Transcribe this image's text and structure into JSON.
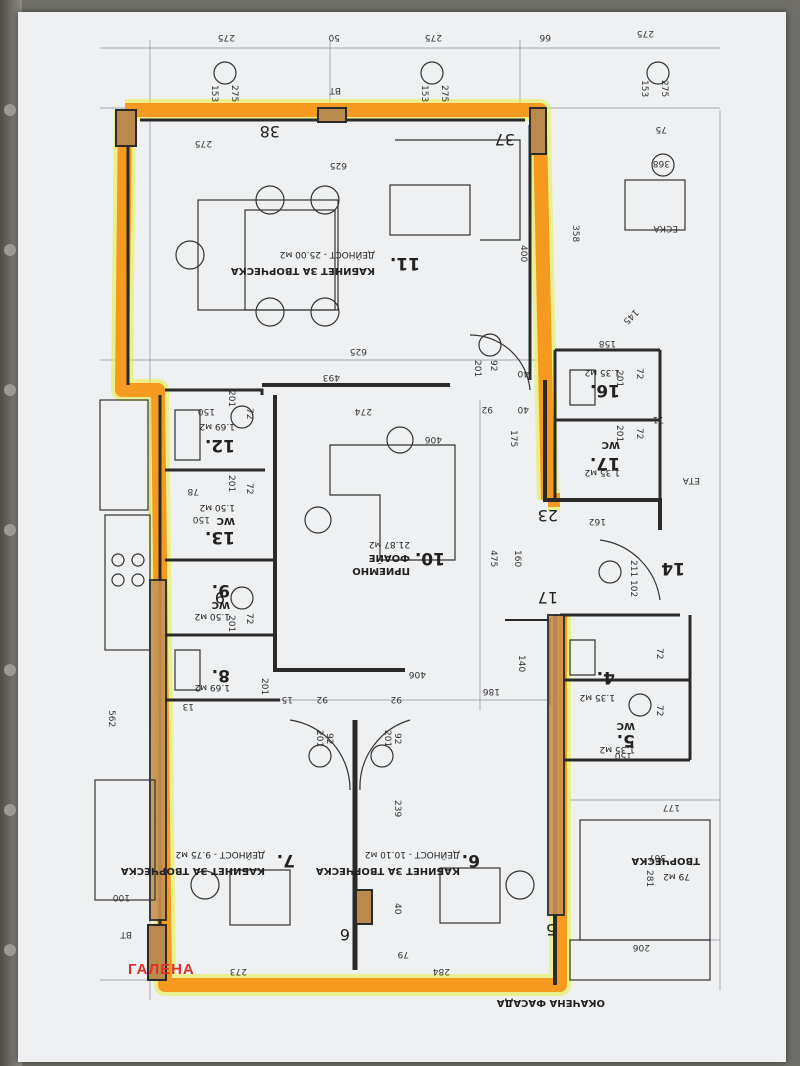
{
  "rooms": [
    {
      "id": "r11",
      "number": "11.",
      "name": "КАБИНЕТ ЗА ТВОРЧЕСКА",
      "subname": "ДЕЙНОСТ - 25.00 м2"
    },
    {
      "id": "r10",
      "number": "10.",
      "name": "ПРИЕМНО",
      "subname": "ФОАЙЕ",
      "area": "21.87 м2"
    },
    {
      "id": "r12",
      "number": "12.",
      "area": "1.69 м2"
    },
    {
      "id": "r13",
      "number": "13.",
      "label": "WC",
      "area": "1.50 м2"
    },
    {
      "id": "r9",
      "number": "9.",
      "label": "WC",
      "area": "1.50 м2"
    },
    {
      "id": "r8",
      "number": "8.",
      "area": "1.69 м2"
    },
    {
      "id": "r7",
      "number": "7.",
      "name": "КАБИНЕТ ЗА ТВОРЧЕСКА",
      "subname": "ДЕЙНОСТ - 9.75 м2"
    },
    {
      "id": "r6",
      "number": "6.",
      "name": "КАБИНЕТ ЗА ТВОРЧЕСКА",
      "subname": "ДЕЙНОСТ - 10.10 м2"
    },
    {
      "id": "r16",
      "number": "16.",
      "area": "1.35 м2"
    },
    {
      "id": "r17",
      "number": "17.",
      "label": "WC",
      "area": "1.35 м2"
    },
    {
      "id": "r14",
      "number": "14"
    },
    {
      "id": "r4",
      "number": "4.",
      "area": "1.35 м2"
    },
    {
      "id": "r5",
      "number": "5.",
      "label": "WC",
      "area": "1.35 м2"
    },
    {
      "id": "rnb",
      "name": "ТВОРЧЕСКА",
      "area": "79 м2"
    }
  ],
  "marks": {
    "m38": "38",
    "m37": "37",
    "m23": "23",
    "m17": "17",
    "m9": "9",
    "m5": "5",
    "m6": "6",
    "bt1": "ВТ",
    "bt2": "ВТ",
    "esca": "ЕСКА",
    "eta": "ЕТА"
  },
  "dims": {
    "top1": "275",
    "top2": "50",
    "top3": "275",
    "top4": "66",
    "top5": "275",
    "d153a": "153",
    "d275a": "275",
    "d153b": "153",
    "d275b": "275",
    "d153c": "153",
    "d275c": "275",
    "d275i": "275",
    "d625a": "625",
    "d625b": "625",
    "d493": "493",
    "d274": "274",
    "d406a": "406",
    "d406b": "406",
    "d400": "400",
    "d358": "358",
    "d158": "158",
    "d201a": "201",
    "d92a": "92",
    "d40a": "40",
    "d40b": "40",
    "d92b": "92",
    "d175": "175",
    "d475": "475",
    "d160": "160",
    "d140": "140",
    "d186": "186",
    "d162": "162",
    "d211": "211",
    "d102": "102",
    "d150a": "150",
    "d150b": "150",
    "d150c": "150",
    "d72a": "72",
    "d72b": "72",
    "d72c": "72",
    "d72d": "72",
    "d72e": "72",
    "d72f": "72",
    "d72g": "72",
    "d201b": "201",
    "d201c": "201",
    "d201d": "201",
    "d201e": "201",
    "d201f": "201",
    "d201g": "201",
    "d201h": "201",
    "d201i": "201",
    "d92c": "92",
    "d92d": "92",
    "d92e": "92",
    "d92f": "92",
    "d15": "15",
    "d13": "13",
    "d239": "239",
    "d40c": "40",
    "d79": "79",
    "d273": "273",
    "d284": "284",
    "d562": "562",
    "d100": "100",
    "d281": "281",
    "d206": "206",
    "d177": "177",
    "d307": "307",
    "d368": "368",
    "d145": "145",
    "d78": "78",
    "d75": "75",
    "d71": "71"
  },
  "footer": {
    "facade": "ОКАЧЕНА ФАСАДА",
    "logo": "ГАЛЕНА"
  },
  "colors": {
    "highlight": "#f59a1e",
    "highlight_glow": "#e6f03a",
    "wall": "#2a2a2a",
    "paper": "#eef0f2"
  }
}
